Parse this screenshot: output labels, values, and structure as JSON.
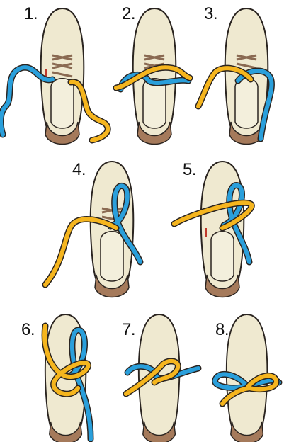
{
  "title": "",
  "colors": {
    "shoe": "#efe9d0",
    "sole": "#a57a5b",
    "outline": "#2a2420",
    "eyelet": "#8a6a52",
    "tongue": "#f3efdc",
    "accent": "#c0392b",
    "left_lace": "#2a9fdb",
    "right_lace": "#f5b51e"
  },
  "steps": [
    {
      "label": "1."
    },
    {
      "label": "2."
    },
    {
      "label": "3."
    },
    {
      "label": "4."
    },
    {
      "label": "5."
    },
    {
      "label": "6."
    },
    {
      "label": "7."
    },
    {
      "label": "8."
    }
  ]
}
